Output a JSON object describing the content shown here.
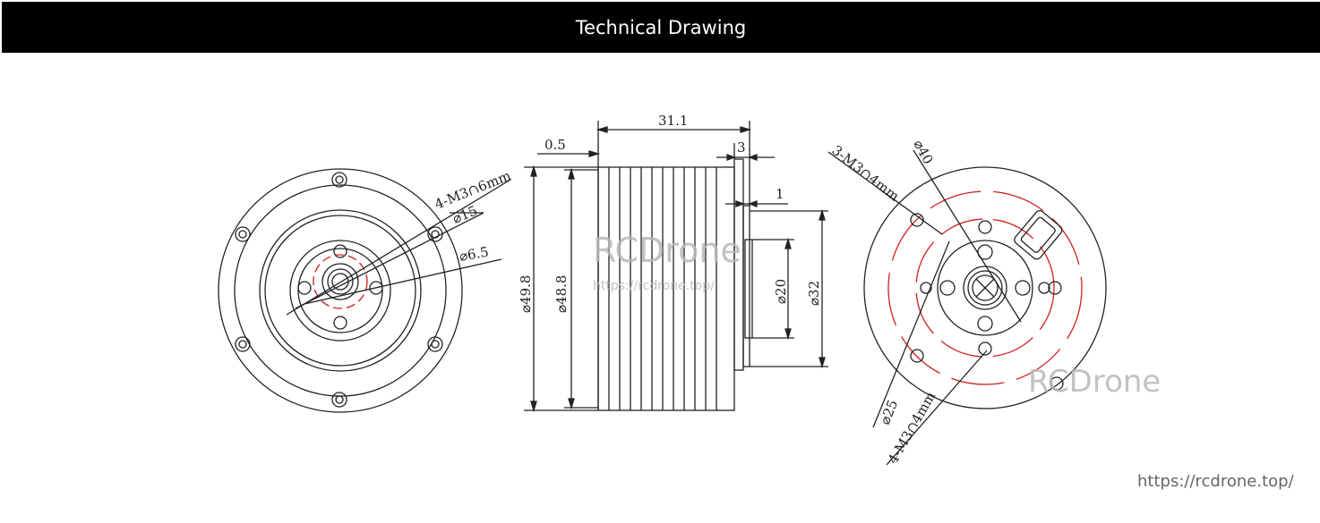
{
  "header": {
    "title": "Technical Drawing"
  },
  "dimensions": {
    "front_view": {
      "holes_outer": "4-M3∩6mm",
      "dia_15": "⌀15",
      "dia_6_5": "⌀6.5"
    },
    "side_view": {
      "length": "31.1",
      "step_0_5": "0.5",
      "step_3": "3",
      "step_1": "1",
      "dia_49_8": "⌀49.8",
      "dia_48_8": "⌀48.8",
      "dia_20": "⌀20",
      "dia_32": "⌀32"
    },
    "rear_view": {
      "holes_3": "3-M3∩4mm",
      "dia_40": "⌀40",
      "dia_25": "⌀25",
      "holes_4": "4-M3∩4mm"
    }
  },
  "watermarks": {
    "brand": "RCDrone",
    "url_small": "https://rcdrone.top/"
  },
  "footer": {
    "url": "https://rcdrone.top/"
  },
  "colors": {
    "header_bg": "#000000",
    "line": "#222222",
    "accent_red": "#d21f1f"
  }
}
